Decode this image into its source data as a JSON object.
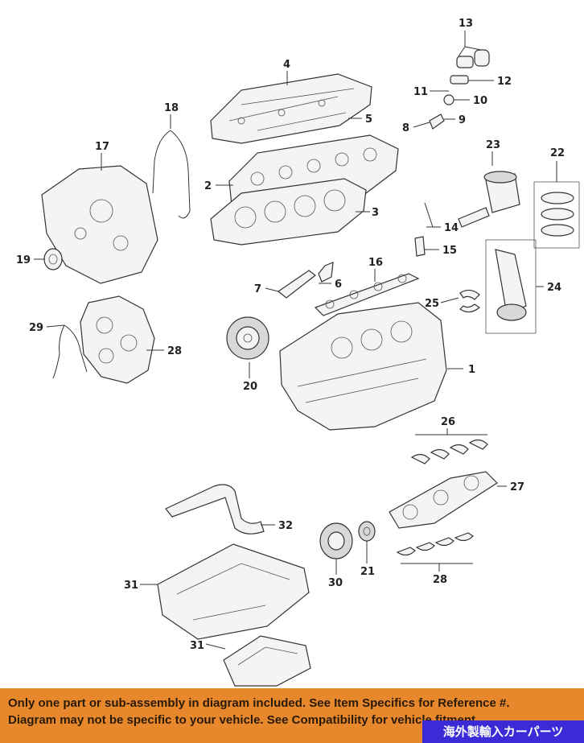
{
  "callouts": {
    "c1": "1",
    "c2": "2",
    "c3": "3",
    "c4": "4",
    "c5": "5",
    "c6": "6",
    "c7": "7",
    "c8": "8",
    "c9": "9",
    "c10": "10",
    "c11": "11",
    "c12": "12",
    "c13": "13",
    "c14": "14",
    "c15": "15",
    "c16": "16",
    "c17": "17",
    "c18": "18",
    "c19": "19",
    "c20": "20",
    "c21": "21",
    "c22": "22",
    "c23": "23",
    "c24": "24",
    "c25": "25",
    "c26": "26",
    "c27": "27",
    "c28": "28",
    "c28b": "28",
    "c29": "29",
    "c30": "30",
    "c31": "31",
    "c31b": "31",
    "c32": "32"
  },
  "footer": {
    "line1": "Only one part or sub-assembly in diagram included. See Item Specifics for Reference #.",
    "line2": "Diagram may not be specific to your vehicle. See Compatibility for vehicle fitment."
  },
  "banner": {
    "text": "海外製輸入カーパーツ"
  },
  "colors": {
    "footer_bg": "#e8882c",
    "banner_bg": "#3a2bd6",
    "banner_text": "#ffffff"
  }
}
